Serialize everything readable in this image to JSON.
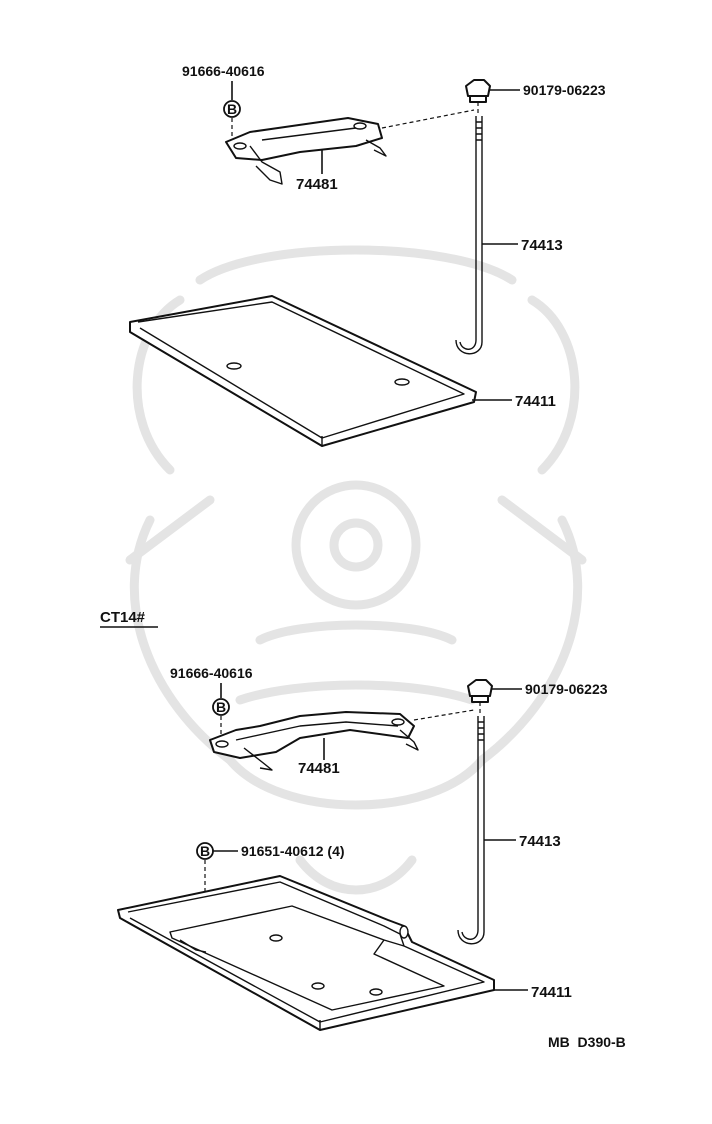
{
  "diagram": {
    "upper_assembly": {
      "clamp_bolt": "91666-40616",
      "nut": "90179-06223",
      "clamp": "74481",
      "rod": "74413",
      "tray": "74411",
      "bolt_marker": "B"
    },
    "section_label": "CT14#",
    "lower_assembly": {
      "clamp_bolt": "91666-40616",
      "nut": "90179-06223",
      "clamp": "74481",
      "tray_bolt": "91651-40612 (4)",
      "rod": "74413",
      "tray": "74411",
      "bolt_marker": "B",
      "tray_bolt_marker": "B"
    },
    "figure_code": "MB  D390-B"
  }
}
